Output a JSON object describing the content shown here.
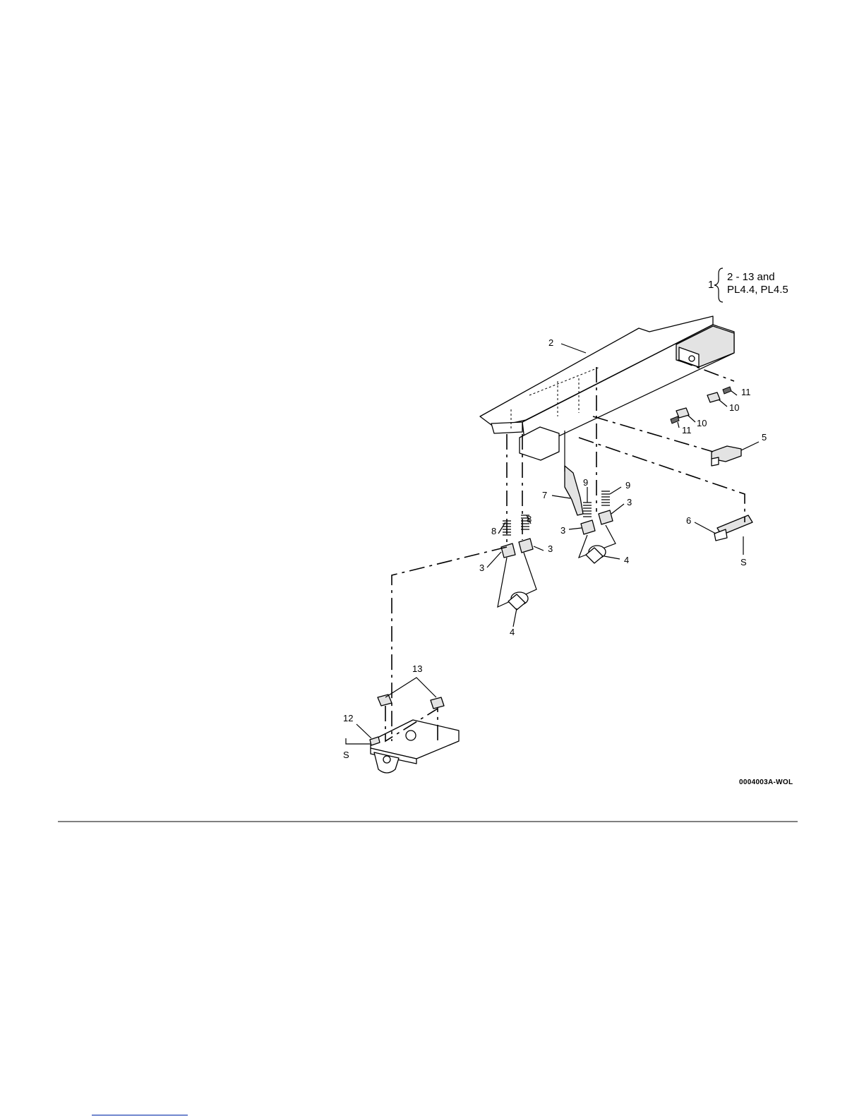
{
  "figure": {
    "assembly": {
      "number": "1",
      "line1": "2 - 13 and",
      "line2": "PL4.4, PL4.5"
    },
    "callouts": {
      "c2": "2",
      "c3a": "3",
      "c3b": "3",
      "c3c": "3",
      "c3d": "3",
      "c4a": "4",
      "c4b": "4",
      "c5": "5",
      "c6": "6",
      "c7": "7",
      "c8a": "8",
      "c8b": "8",
      "c9a": "9",
      "c9b": "9",
      "c10a": "10",
      "c10b": "10",
      "c11a": "11",
      "c11b": "11",
      "c12": "12",
      "c13": "13",
      "s1": "S",
      "s2": "S"
    },
    "figure_id": "0004003A-WOL"
  }
}
